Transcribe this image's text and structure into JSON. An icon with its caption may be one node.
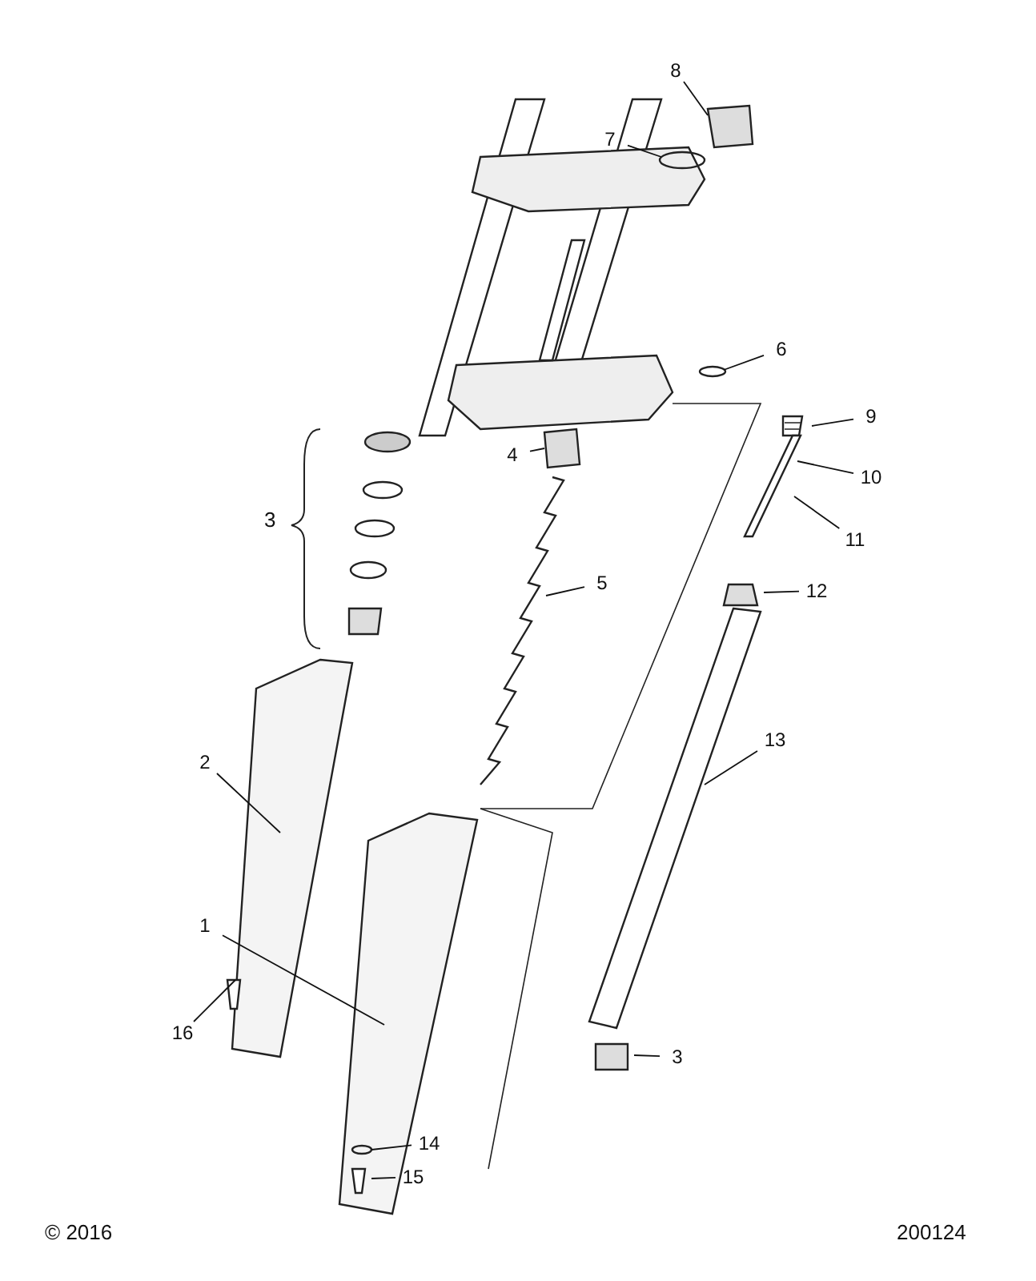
{
  "diagram": {
    "nodes": [
      {
        "text": [
          "8"
        ]
      },
      {
        "text": [
          "7"
        ]
      },
      {
        "text": [
          "6"
        ]
      },
      {
        "text": [
          "4"
        ]
      },
      {
        "text": [
          "9"
        ]
      },
      {
        "text": [
          "10"
        ]
      },
      {
        "text": [
          "11"
        ]
      },
      {
        "text": [
          "5"
        ]
      },
      {
        "text": [
          "12"
        ]
      },
      {
        "text": [
          "13"
        ]
      },
      {
        "text": [
          "2"
        ]
      },
      {
        "text": [
          "1"
        ]
      },
      {
        "text": [
          "16"
        ]
      },
      {
        "text": [
          "3"
        ]
      },
      {
        "text": [
          "14"
        ]
      },
      {
        "text": [
          "15"
        ]
      }
    ],
    "edges": [
      {
        "from": 0,
        "to": null,
        "arrow": "none"
      },
      {
        "from": 1,
        "to": null,
        "arrow": "none"
      },
      {
        "from": 2,
        "to": null,
        "arrow": "none"
      },
      {
        "from": 3,
        "to": null,
        "arrow": "none"
      },
      {
        "from": 4,
        "to": null,
        "arrow": "none"
      },
      {
        "from": 5,
        "to": null,
        "arrow": "none"
      },
      {
        "from": 6,
        "to": null,
        "arrow": "none"
      },
      {
        "from": 7,
        "to": null,
        "arrow": "none"
      },
      {
        "from": 8,
        "to": null,
        "arrow": "none"
      },
      {
        "from": 9,
        "to": null,
        "arrow": "none"
      },
      {
        "from": 10,
        "to": null,
        "arrow": "none"
      },
      {
        "from": 11,
        "to": null,
        "arrow": "none"
      },
      {
        "from": 12,
        "to": null,
        "arrow": "none"
      },
      {
        "from": 13,
        "to": null,
        "arrow": "none"
      },
      {
        "from": 14,
        "to": null,
        "arrow": "none"
      },
      {
        "from": 15,
        "to": null,
        "arrow": "none"
      }
    ],
    "labels": [
      "3",
      "© 2016",
      "200124"
    ]
  }
}
